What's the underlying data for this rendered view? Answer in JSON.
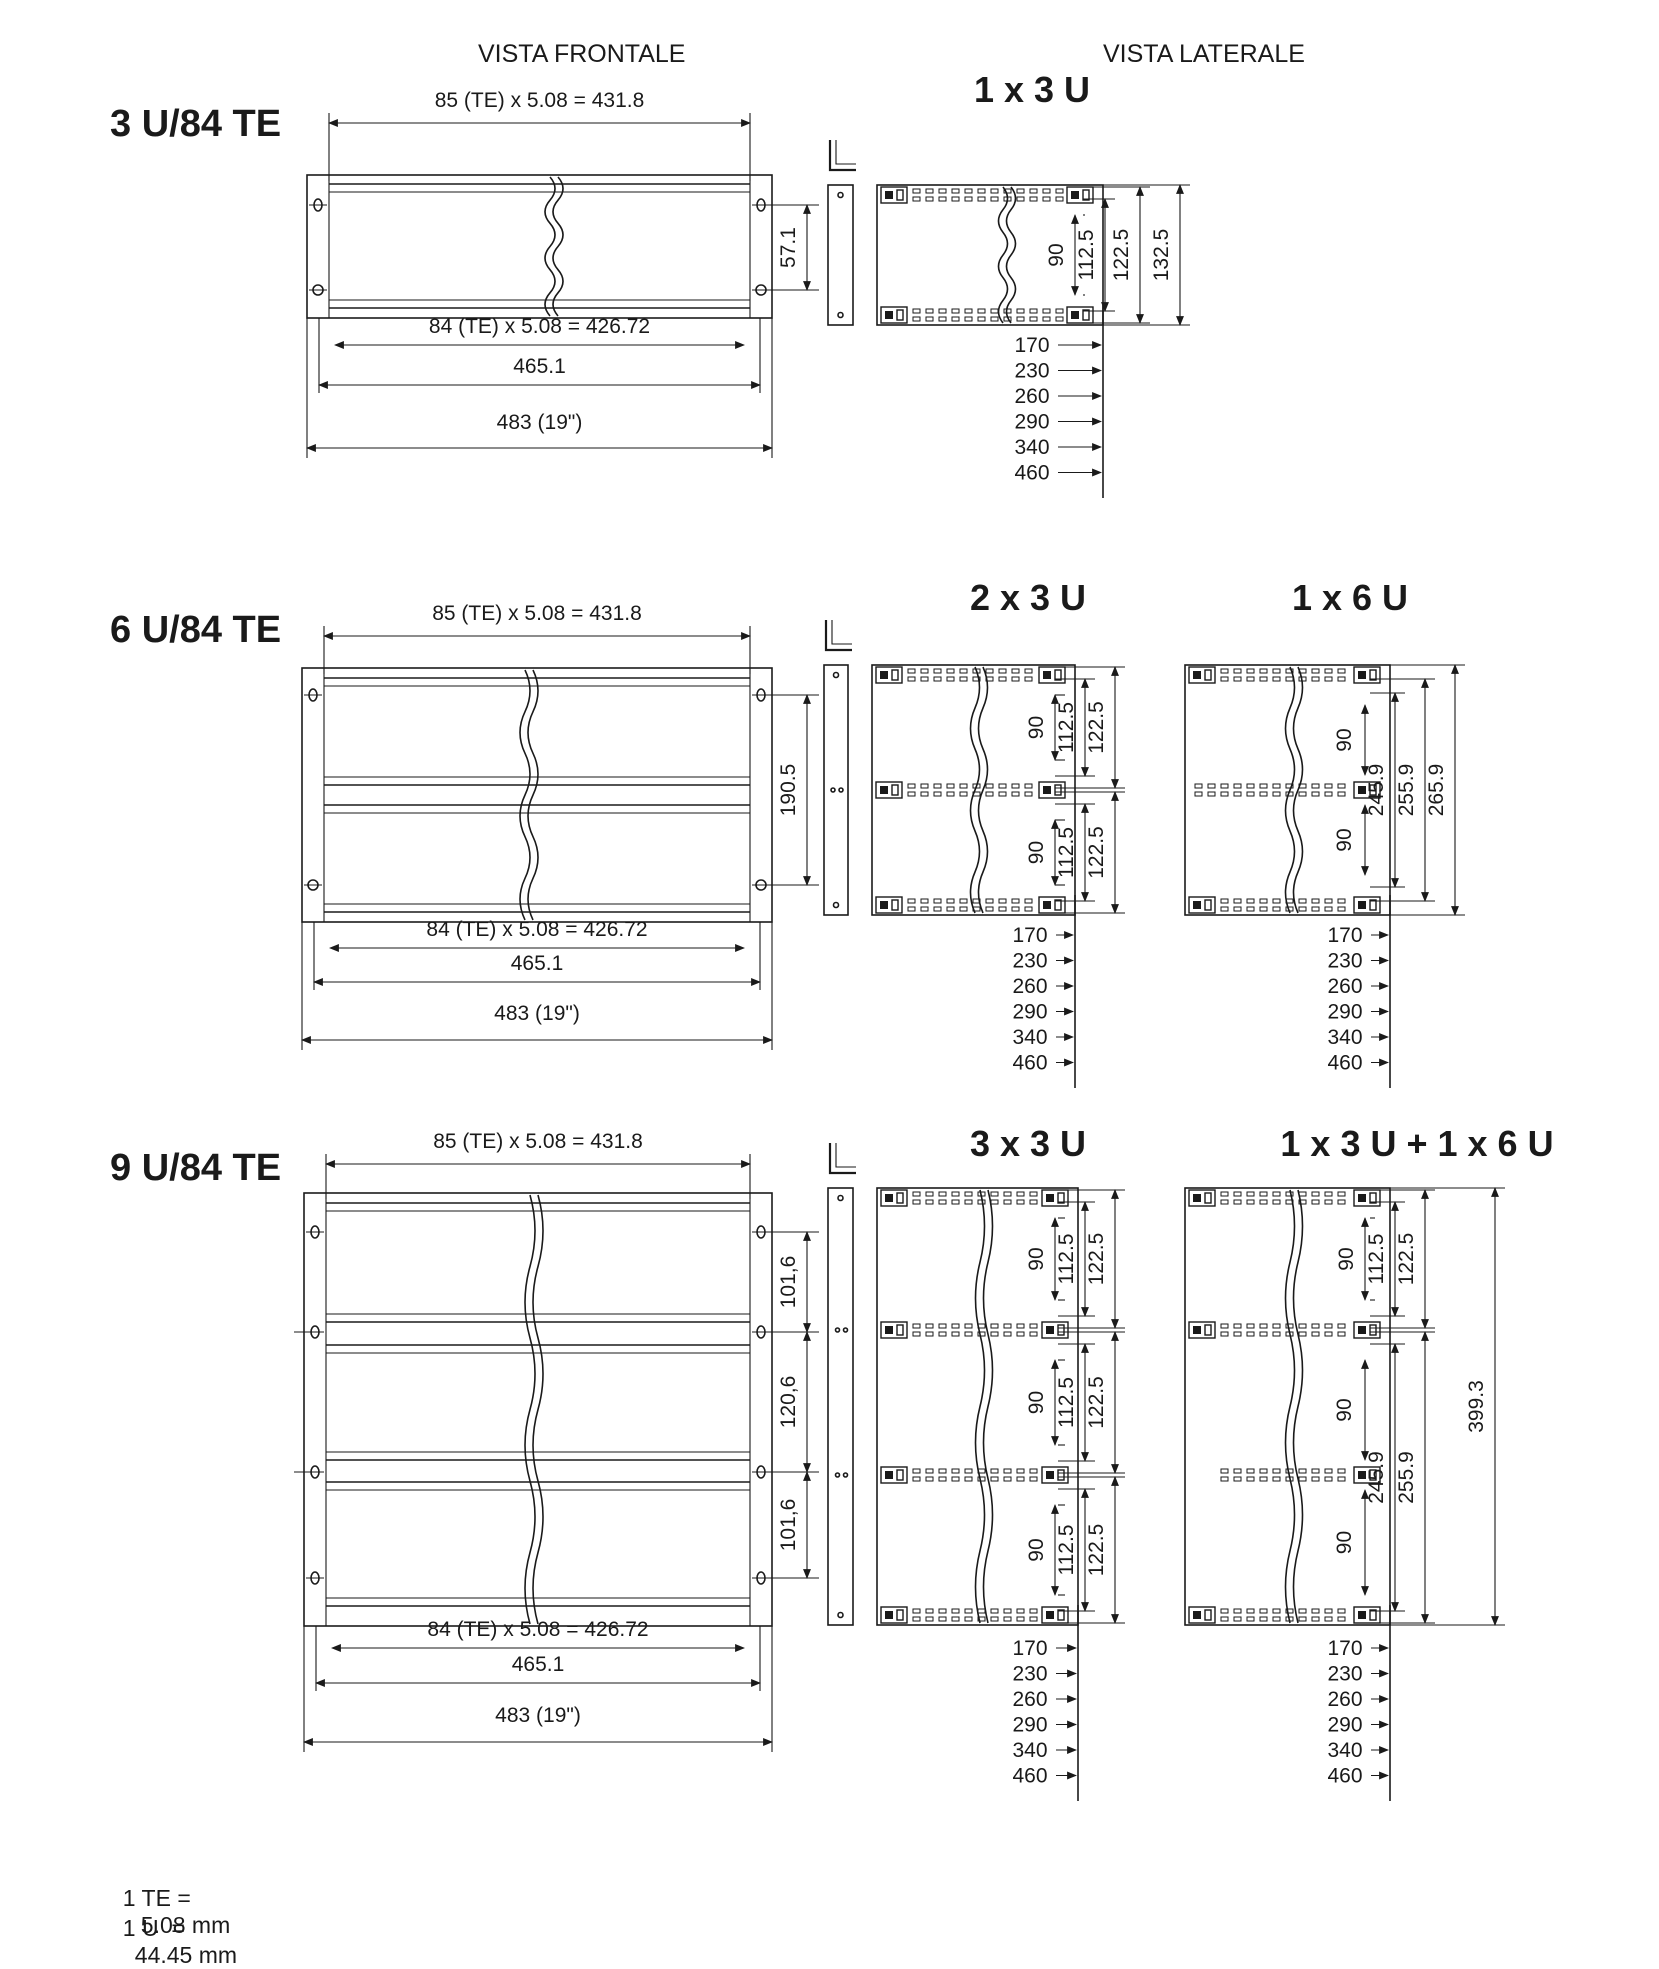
{
  "headers": {
    "front": "VISTA FRONTALE",
    "side": "VISTA LATERALE"
  },
  "sections": [
    {
      "title": "3 U/84 TE",
      "front": {
        "top_dim": "85 (TE) x 5.08 = 431.8",
        "inner_dim": "84 (TE) x 5.08 = 426.72",
        "mid_dim": "465.1",
        "outer_dim": "483 (19\")",
        "hole_spacing": [
          "57.1"
        ]
      },
      "side_views": [
        {
          "label": "1 x 3 U",
          "heights": [
            "90",
            "112.5",
            "122.5",
            "132.5"
          ],
          "depths": [
            "170",
            "230",
            "260",
            "290",
            "340",
            "460"
          ]
        }
      ]
    },
    {
      "title": "6 U/84 TE",
      "front": {
        "top_dim": "85 (TE) x 5.08 = 431.8",
        "inner_dim": "84 (TE) x 5.08 = 426.72",
        "mid_dim": "465.1",
        "outer_dim": "483 (19\")",
        "hole_spacing": [
          "190.5"
        ]
      },
      "side_views": [
        {
          "label": "2 x 3 U",
          "heights": [
            "90",
            "112.5",
            "122.5",
            "90",
            "112.5",
            "122.5"
          ],
          "depths": [
            "170",
            "230",
            "260",
            "290",
            "340",
            "460"
          ]
        },
        {
          "label": "1 x 6 U",
          "heights": [
            "90",
            "90",
            "245.9",
            "255.9",
            "265.9"
          ],
          "depths": [
            "170",
            "230",
            "260",
            "290",
            "340",
            "460"
          ]
        }
      ]
    },
    {
      "title": "9 U/84 TE",
      "front": {
        "top_dim": "85 (TE) x 5.08 = 431.8",
        "inner_dim": "84 (TE) x 5.08 = 426.72",
        "mid_dim": "465.1",
        "outer_dim": "483 (19\")",
        "hole_spacing": [
          "101,6",
          "120,6",
          "101,6"
        ]
      },
      "side_views": [
        {
          "label": "3 x 3 U",
          "heights": [
            "90",
            "112.5",
            "122.5",
            "90",
            "112.5",
            "122.5",
            "90",
            "112.5",
            "122.5"
          ],
          "depths": [
            "170",
            "230",
            "260",
            "290",
            "340",
            "460"
          ]
        },
        {
          "label": "1 x 3 U + 1 x 6 U",
          "heights": [
            "90",
            "112.5",
            "122.5",
            "90",
            "90",
            "245.9",
            "255.9",
            "399.3"
          ],
          "depths": [
            "170",
            "230",
            "260",
            "290",
            "340",
            "460"
          ]
        }
      ]
    }
  ],
  "footnotes": {
    "te": {
      "label": "1 TE =",
      "value": "5.08 mm"
    },
    "u": {
      "label": "1 U  =",
      "value": "44.45 mm"
    }
  }
}
